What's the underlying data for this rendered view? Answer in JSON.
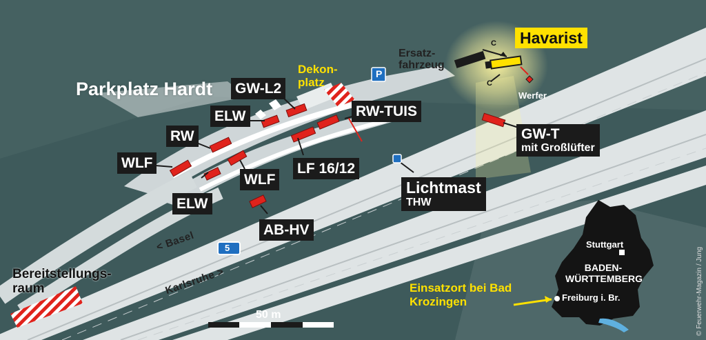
{
  "map": {
    "area_name": "Parkplatz Hardt",
    "staging_area": "Bereitstellungs- raum",
    "decon_area": "Dekon- platz",
    "replacement_vehicle": "Ersatz- fahrzeug",
    "casualty": "Havarist",
    "monitor": "Werfer",
    "direction_basel": "< Basel",
    "direction_karlsruhe": "Karlsruhe >",
    "motorway_number": "5",
    "parking_sign": "P",
    "connector_marks": [
      "C",
      "C"
    ],
    "scale": "50 m",
    "credit": "© Feuerwehr-Magazin / Jung",
    "colors": {
      "vehicle": "#e0231c",
      "road": "#dfe4e5",
      "background": "#3e5a5b",
      "highlight": "#ffe100",
      "label_bg": "#1b1b1b"
    }
  },
  "vehicles": [
    {
      "id": "gw-l2",
      "label": "GW-L2"
    },
    {
      "id": "elw-top",
      "label": "ELW"
    },
    {
      "id": "rw",
      "label": "RW"
    },
    {
      "id": "wlf-left",
      "label": "WLF"
    },
    {
      "id": "elw-bottom",
      "label": "ELW"
    },
    {
      "id": "wlf-mid",
      "label": "WLF"
    },
    {
      "id": "rw-tuis",
      "label": "RW-TUIS"
    },
    {
      "id": "lf",
      "label": "LF 16/12"
    },
    {
      "id": "ab-hv",
      "label": "AB-HV"
    },
    {
      "id": "gw-t",
      "label": "GW-T",
      "sub": "mit Großlüfter"
    },
    {
      "id": "lichtmast",
      "label": "Lichtmast",
      "sub": "THW"
    }
  ],
  "inset": {
    "state": "BADEN- WÜRTTEMBERG",
    "city_capital": "Stuttgart",
    "city_site": "Freiburg i. Br.",
    "site_note": "Einsatzort bei Bad Krozingen"
  }
}
